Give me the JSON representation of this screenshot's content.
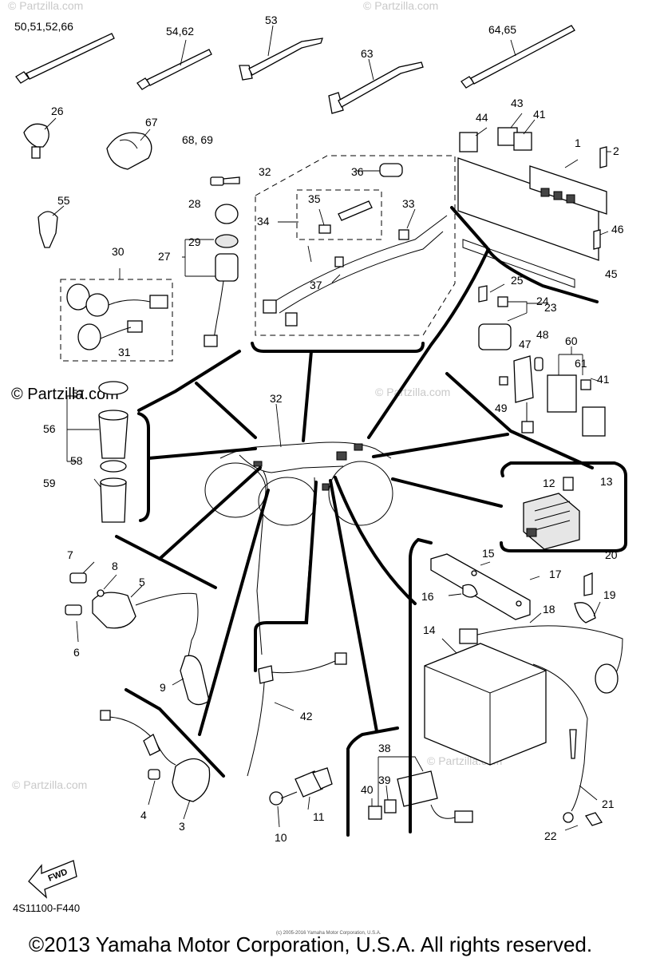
{
  "diagram": {
    "part_labels": [
      {
        "text": "50,51,52,66"
      },
      {
        "text": "54,62"
      },
      {
        "text": "53"
      },
      {
        "text": "63"
      },
      {
        "text": "64,65"
      },
      {
        "text": "26"
      },
      {
        "text": "67"
      },
      {
        "text": "68, 69"
      },
      {
        "text": "32"
      },
      {
        "text": "36"
      },
      {
        "text": "44"
      },
      {
        "text": "43"
      },
      {
        "text": "41"
      },
      {
        "text": "1"
      },
      {
        "text": "2"
      },
      {
        "text": "55"
      },
      {
        "text": "28"
      },
      {
        "text": "29"
      },
      {
        "text": "27"
      },
      {
        "text": "35"
      },
      {
        "text": "34"
      },
      {
        "text": "33"
      },
      {
        "text": "46"
      },
      {
        "text": "30"
      },
      {
        "text": "37"
      },
      {
        "text": "45"
      },
      {
        "text": "25"
      },
      {
        "text": "24"
      },
      {
        "text": "23"
      },
      {
        "text": "31"
      },
      {
        "text": "48"
      },
      {
        "text": "60"
      },
      {
        "text": "47"
      },
      {
        "text": "61"
      },
      {
        "text": "41"
      },
      {
        "text": "57"
      },
      {
        "text": "32"
      },
      {
        "text": "49"
      },
      {
        "text": "56"
      },
      {
        "text": "58"
      },
      {
        "text": "12"
      },
      {
        "text": "13"
      },
      {
        "text": "59"
      },
      {
        "text": "15"
      },
      {
        "text": "20"
      },
      {
        "text": "7"
      },
      {
        "text": "8"
      },
      {
        "text": "17"
      },
      {
        "text": "5"
      },
      {
        "text": "16"
      },
      {
        "text": "19"
      },
      {
        "text": "18"
      },
      {
        "text": "6"
      },
      {
        "text": "14"
      },
      {
        "text": "9"
      },
      {
        "text": "42"
      },
      {
        "text": "38"
      },
      {
        "text": "39"
      },
      {
        "text": "40"
      },
      {
        "text": "21"
      },
      {
        "text": "4"
      },
      {
        "text": "11"
      },
      {
        "text": "3"
      },
      {
        "text": "10"
      },
      {
        "text": "22"
      }
    ],
    "watermarks": [
      "© Partzilla.com",
      "© Partzilla.com",
      "© Partzilla.com",
      "© Partzilla.com",
      "© Partzilla.com"
    ],
    "brand_watermark": "© Partzilla.com",
    "fwd_label": "FWD",
    "figure_code": "4S11100-F440",
    "small_copyright": "(c) 2005-2016 Yamaha Motor Corporation, U.S.A.",
    "footer": "©2013 Yamaha Motor Corporation, U.S.A. All rights reserved."
  }
}
